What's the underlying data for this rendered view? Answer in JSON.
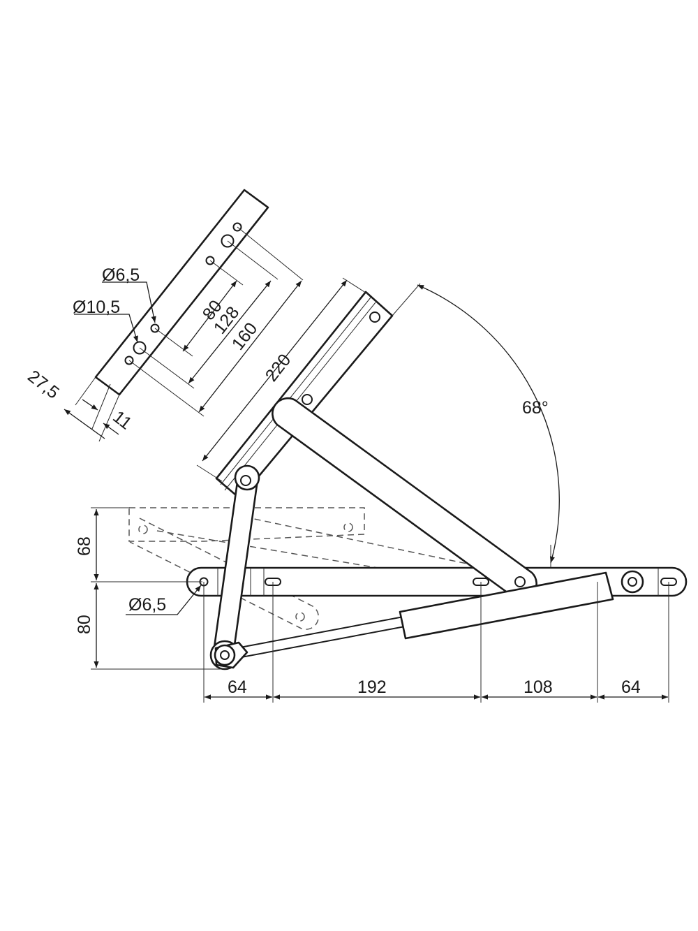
{
  "dimensions": {
    "top_plate": {
      "hole_small_diameter": "Ø6,5",
      "hole_large_diameter": "Ø10,5",
      "spacing_80": "80",
      "spacing_128": "128",
      "spacing_160": "160",
      "width_27_5": "27,5",
      "edge_offset_11": "11"
    },
    "arm_length": "220",
    "opening_angle": "68°",
    "height_above_base": "68",
    "height_below_base": "80",
    "base_hole_diameter": "Ø6,5",
    "base_spacings": [
      "64",
      "192",
      "108",
      "64"
    ]
  },
  "colors": {
    "line": "#1a1a1a",
    "background": "#ffffff",
    "hidden_line": "#555555"
  }
}
